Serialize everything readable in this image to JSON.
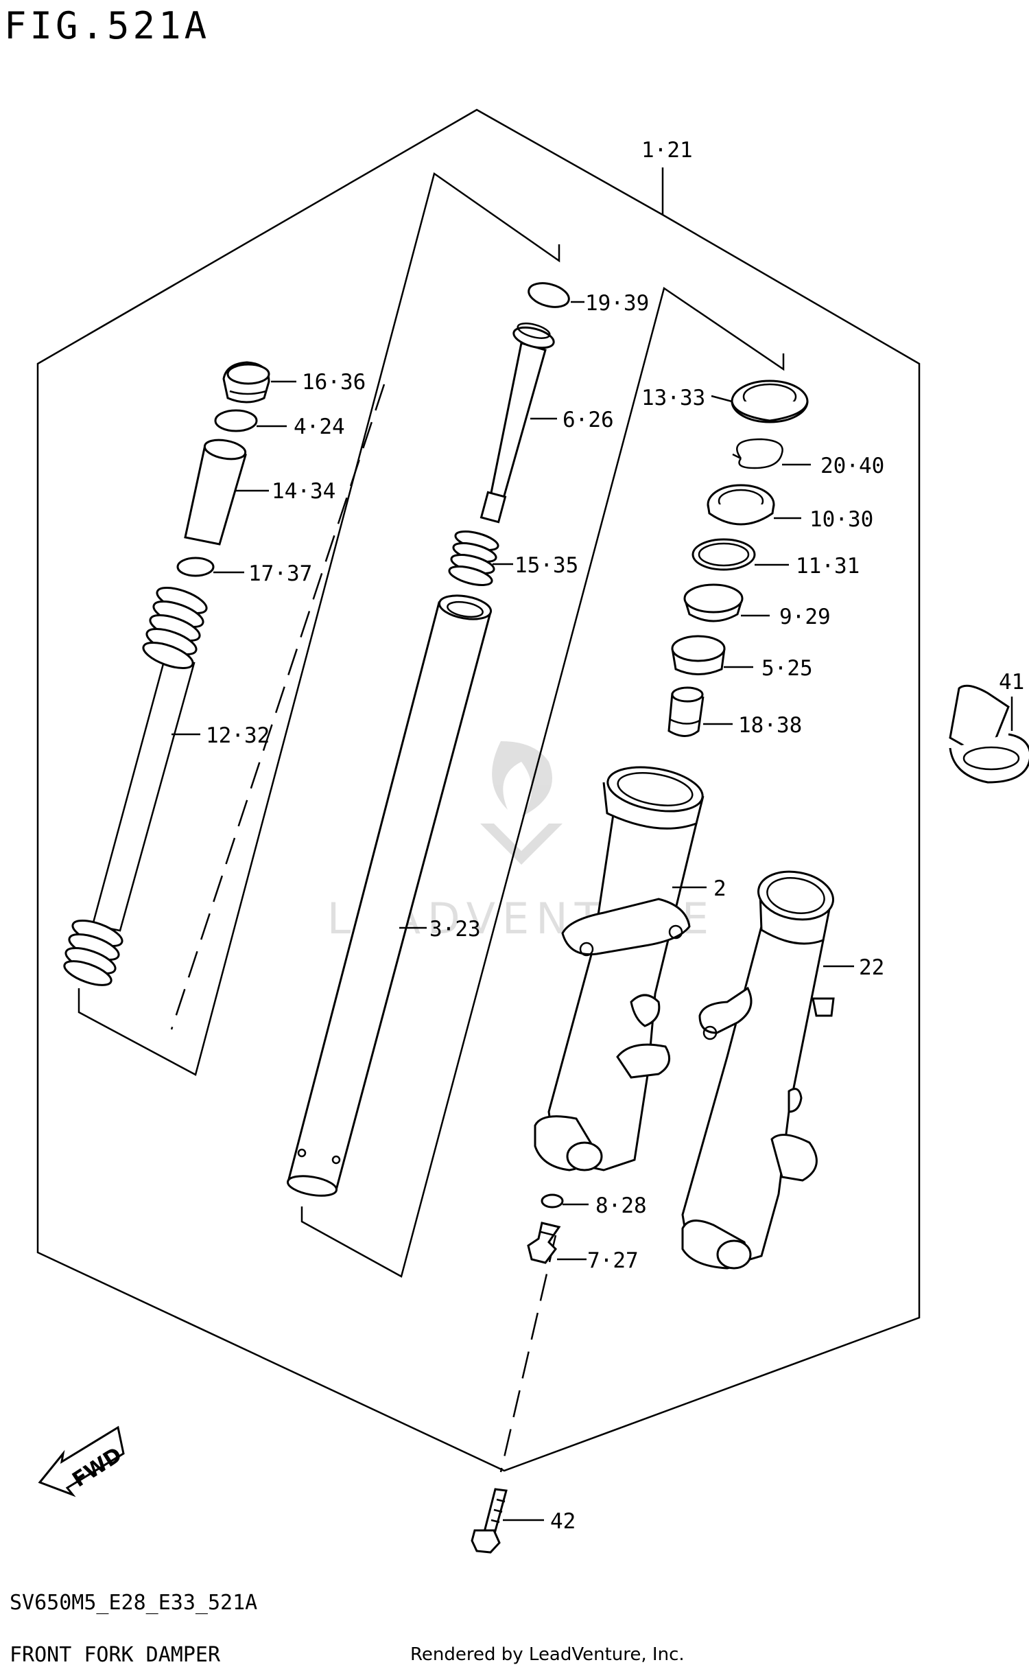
{
  "figure": {
    "title": "FIG.521A",
    "model_code": "SV650M5_E28_E33_521A",
    "description": "FRONT FORK DAMPER",
    "credit": "Rendered by LeadVenture, Inc.",
    "watermark": "LEADVENTURE",
    "direction_marker": "FWD"
  },
  "callouts": [
    {
      "id": "c1",
      "label": "1·21"
    },
    {
      "id": "c19",
      "label": "19·39"
    },
    {
      "id": "c16",
      "label": "16·36"
    },
    {
      "id": "c13",
      "label": "13·33"
    },
    {
      "id": "c6",
      "label": "6·26"
    },
    {
      "id": "c4",
      "label": "4·24"
    },
    {
      "id": "c20",
      "label": "20·40"
    },
    {
      "id": "c14",
      "label": "14·34"
    },
    {
      "id": "c10",
      "label": "10·30"
    },
    {
      "id": "c15",
      "label": "15·35"
    },
    {
      "id": "c11",
      "label": "11·31"
    },
    {
      "id": "c17",
      "label": "17·37"
    },
    {
      "id": "c9",
      "label": "9·29"
    },
    {
      "id": "c5",
      "label": "5·25"
    },
    {
      "id": "c41",
      "label": "41"
    },
    {
      "id": "c18",
      "label": "18·38"
    },
    {
      "id": "c12",
      "label": "12·32"
    },
    {
      "id": "c2",
      "label": "2"
    },
    {
      "id": "c3",
      "label": "3·23"
    },
    {
      "id": "c22",
      "label": "22"
    },
    {
      "id": "c8",
      "label": "8·28"
    },
    {
      "id": "c7",
      "label": "7·27"
    },
    {
      "id": "c42",
      "label": "42"
    }
  ]
}
